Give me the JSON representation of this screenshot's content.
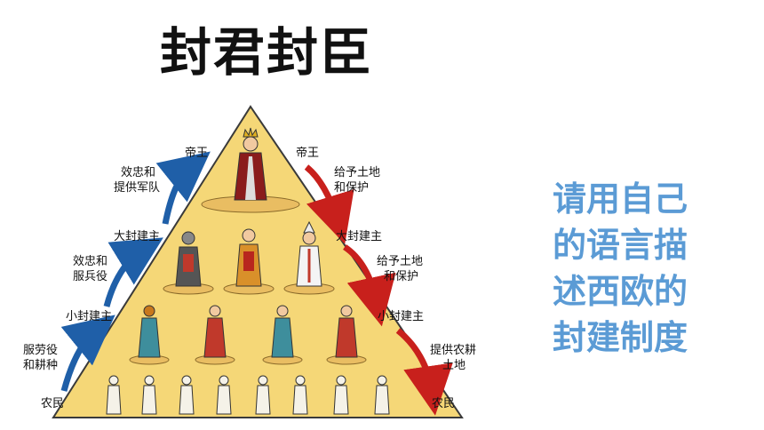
{
  "title": "封君封臣",
  "prompt_lines": [
    "请用自己",
    "的语言描",
    "述西欧的",
    "封建制度"
  ],
  "left_labels": {
    "king": "帝王",
    "great_lord": "大封建主",
    "small_lord": "小封建主",
    "peasant": "农民"
  },
  "right_labels": {
    "king": "帝王",
    "great_lord": "大封建主",
    "small_lord": "小封建主",
    "peasant": "农民"
  },
  "up_duties": [
    [
      "效忠和",
      "提供军队"
    ],
    [
      "效忠和",
      "服兵役"
    ],
    [
      "服劳役",
      "和耕种"
    ]
  ],
  "down_grants": [
    [
      "给予土地",
      "和保护"
    ],
    [
      "给予土地",
      "和保护"
    ],
    [
      "提供农耕",
      "土地"
    ]
  ],
  "colors": {
    "pyramid": "#f5d777",
    "pyramid_outline": "#3a3a3a",
    "up_arrow": "#1f5fa8",
    "down_arrow": "#c8201c",
    "prompt_text": "#5b9bd5"
  },
  "icons": [
    "king-figure",
    "great-lord-figures",
    "knight-figures",
    "peasant-figures"
  ]
}
